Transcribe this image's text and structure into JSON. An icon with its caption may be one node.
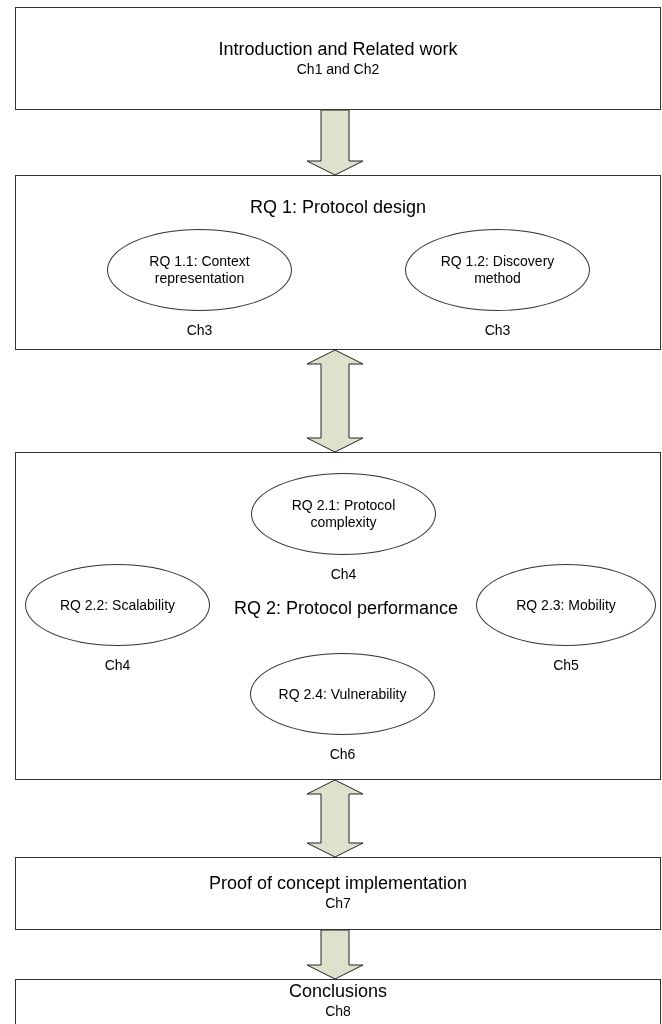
{
  "diagram": {
    "nodes": [
      {
        "text": [
          "Introduction and Related work",
          "Ch1 and Ch2"
        ]
      },
      {
        "text": [
          "RQ 1: Protocol design"
        ]
      },
      {
        "text": [
          "RQ 1.1: Context representation"
        ],
        "in": 1,
        "beside": [
          "Ch3"
        ]
      },
      {
        "text": [
          "RQ 1.2: Discovery method"
        ],
        "in": 1,
        "beside": [
          "Ch3"
        ]
      },
      {
        "text": [
          "RQ 2: Protocol performance"
        ]
      },
      {
        "text": [
          "RQ 2.1: Protocol complexity"
        ],
        "in": 4,
        "beside": [
          "Ch4"
        ]
      },
      {
        "text": [
          "RQ 2.2: Scalability"
        ],
        "in": 4,
        "beside": [
          "Ch4"
        ]
      },
      {
        "text": [
          "RQ 2.3: Mobility"
        ],
        "in": 4,
        "beside": [
          "Ch5"
        ]
      },
      {
        "text": [
          "RQ 2.4: Vulnerability"
        ],
        "in": 4,
        "beside": [
          "Ch6"
        ]
      },
      {
        "text": [
          "Proof of concept implementation",
          "Ch7"
        ]
      },
      {
        "text": [
          "Conclusions",
          "Ch8"
        ]
      }
    ],
    "edges": [
      {
        "from": 0,
        "to": 1,
        "arrow": "to"
      },
      {
        "from": 1,
        "to": 4,
        "arrow": "both"
      },
      {
        "from": 4,
        "to": 9,
        "arrow": "both"
      },
      {
        "from": 9,
        "to": 10,
        "arrow": "to"
      }
    ]
  }
}
